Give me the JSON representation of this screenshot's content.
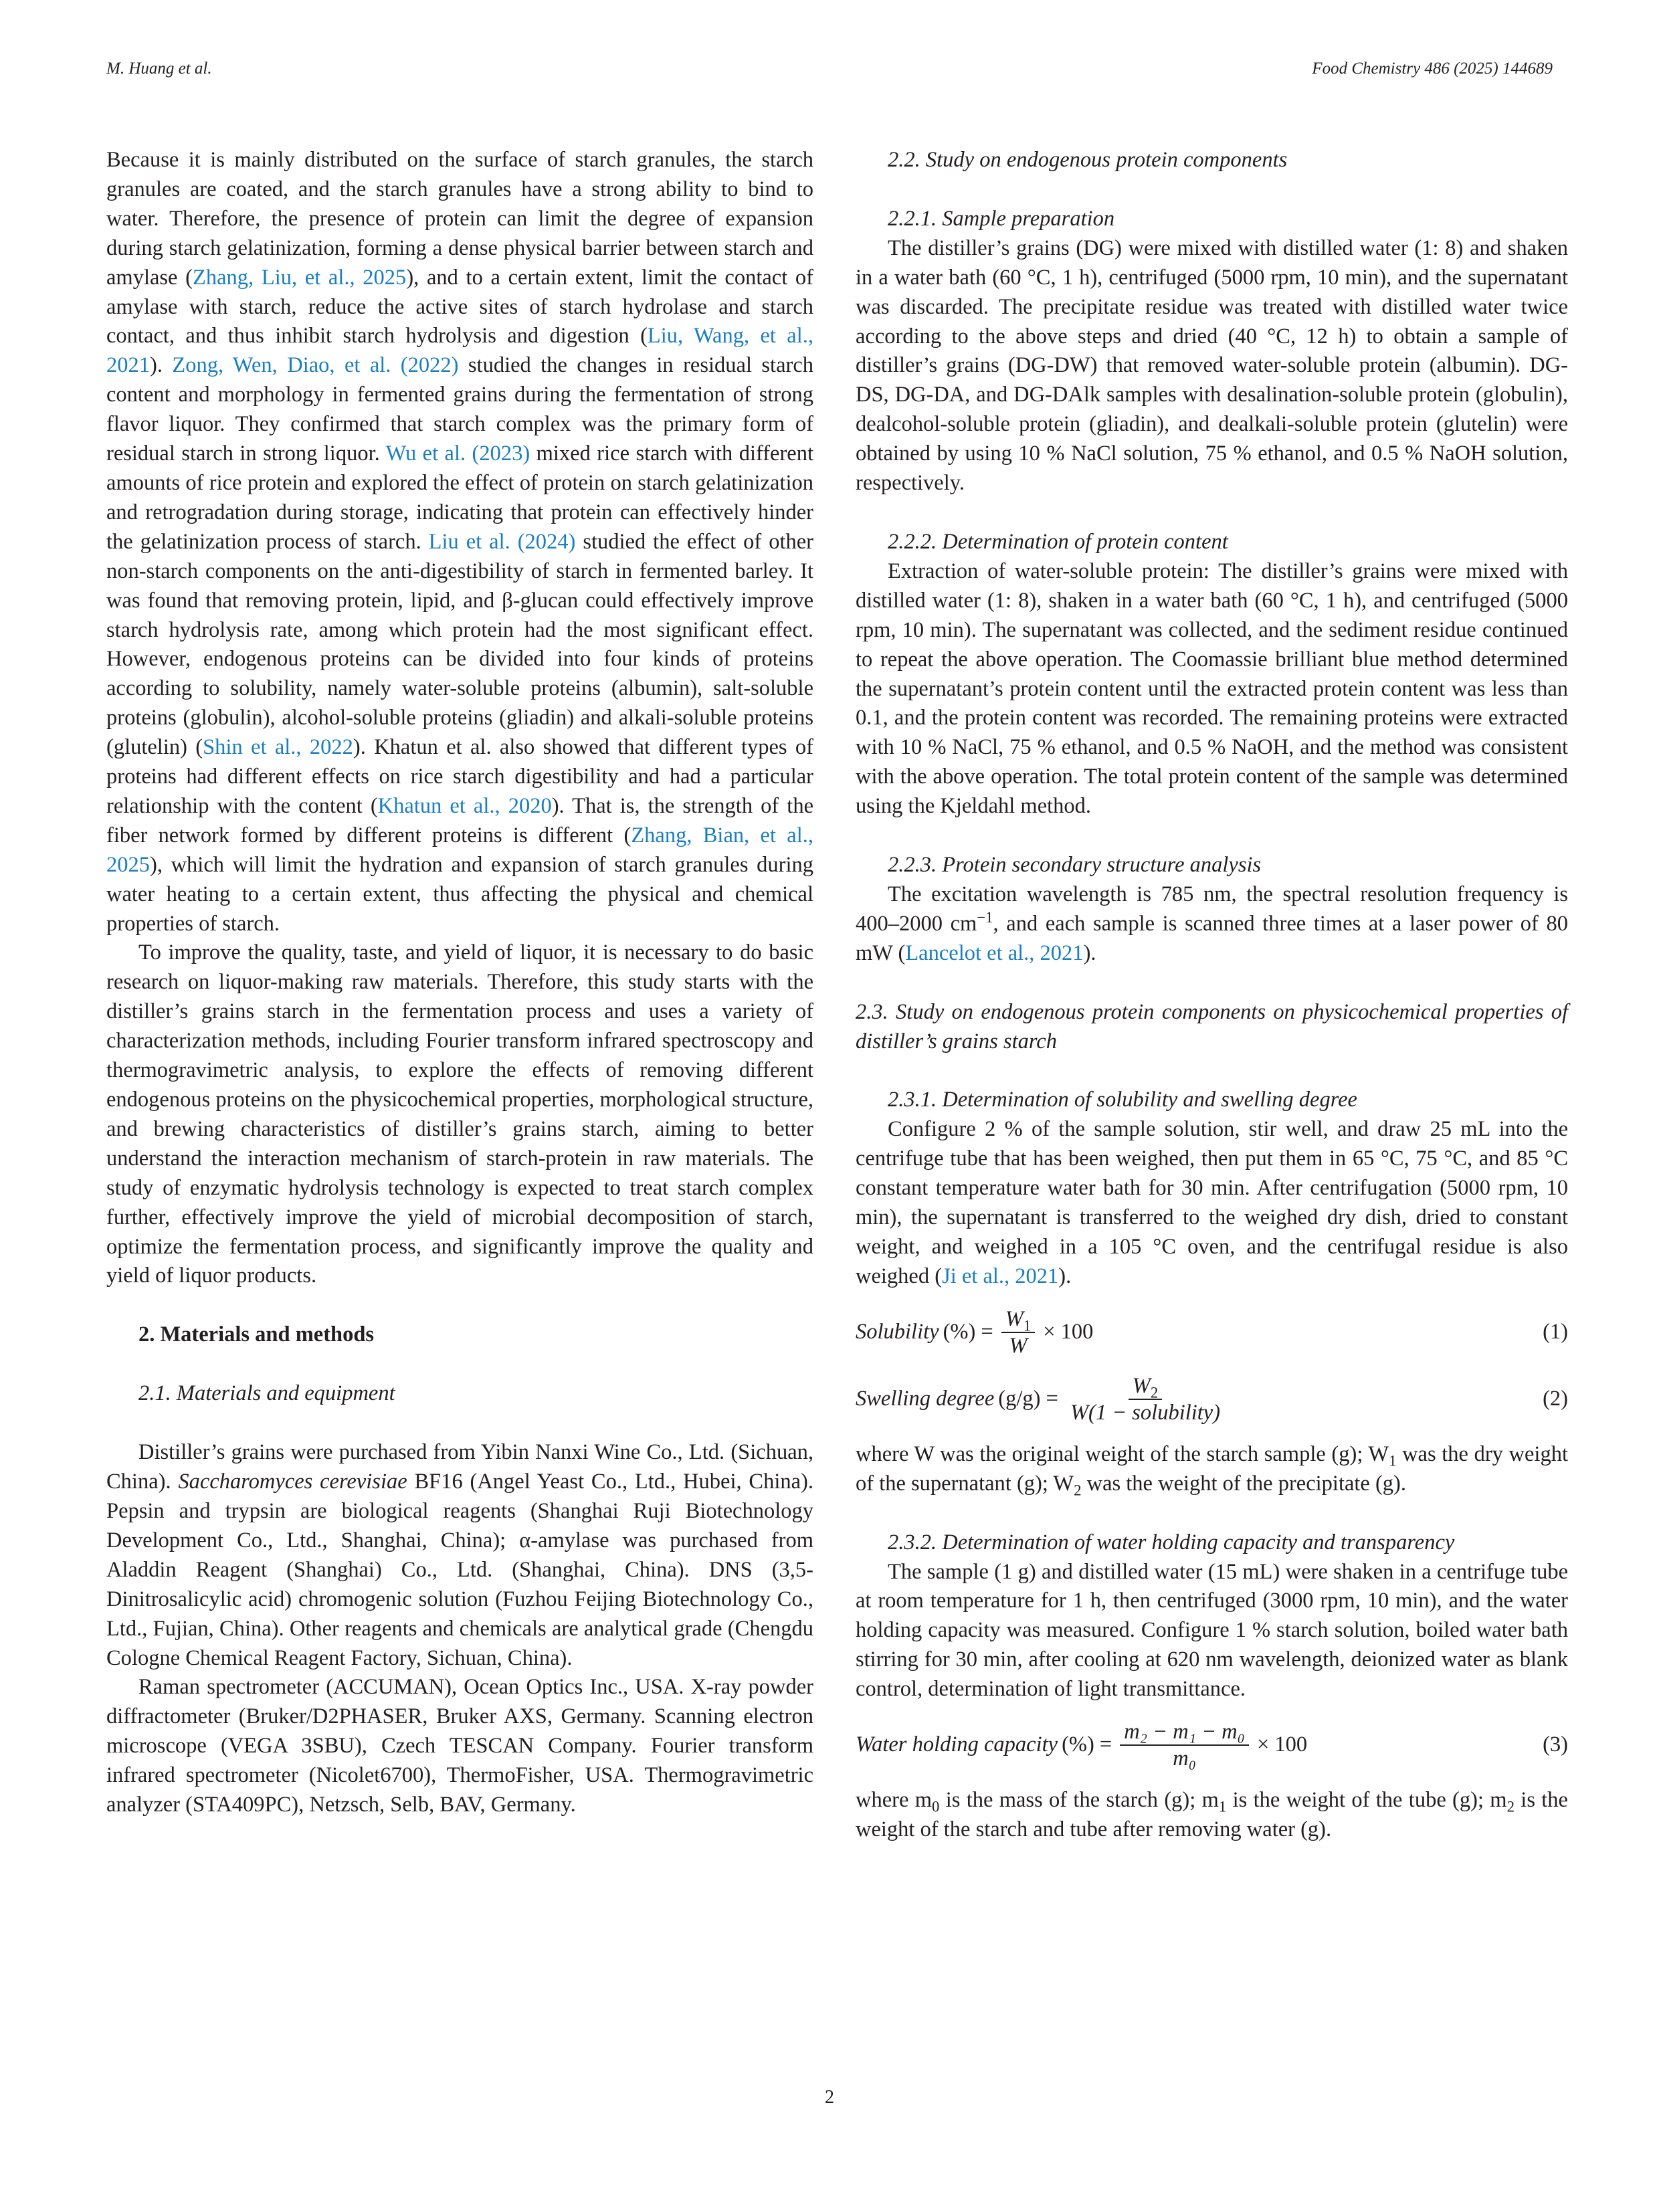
{
  "header": {
    "left": "M. Huang et al.",
    "right": "Food Chemistry 486 (2025) 144689"
  },
  "left_column": {
    "p1_a": "Because it is mainly distributed on the surface of starch granules, the starch granules are coated, and the starch granules have a strong ability to bind to water. Therefore, the presence of protein can limit the degree of expansion during starch gelatinization, forming a dense physical barrier between starch and amylase (",
    "p1_c1": "Zhang, Liu, et al., 2025",
    "p1_b": "), and to a certain extent, limit the contact of amylase with starch, reduce the active sites of starch hydrolase and starch contact, and thus inhibit starch hydrolysis and digestion (",
    "p1_c2": "Liu, Wang, et al., 2021",
    "p1_c": "). ",
    "p1_c3": "Zong, Wen, Diao, et al. (2022)",
    "p1_d": " studied the changes in residual starch content and morphology in fermented grains during the fermentation of strong flavor liquor. They confirmed that starch complex was the primary form of residual starch in strong liquor. ",
    "p1_c4": "Wu et al. (2023)",
    "p1_e": " mixed rice starch with different amounts of rice protein and explored the effect of protein on starch gelatinization and retrogradation during storage, indicating that protein can effectively hinder the gelatinization process of starch. ",
    "p1_c5": "Liu et al. (2024)",
    "p1_f": " studied the effect of other non-starch components on the anti-digestibility of starch in fermented barley. It was found that removing protein, lipid, and β-glucan could effectively improve starch hydrolysis rate, among which protein had the most significant effect. However, endogenous proteins can be divided into four kinds of proteins according to solubility, namely water-soluble proteins (albumin), salt-soluble proteins (globulin), alcohol-soluble proteins (gliadin) and alkali-soluble proteins (glutelin) (",
    "p1_c6": "Shin et al., 2022",
    "p1_g": "). Khatun et al. also showed that different types of proteins had different effects on rice starch digestibility and had a particular relationship with the content (",
    "p1_c7": "Khatun et al., 2020",
    "p1_h": "). That is, the strength of the fiber network formed by different proteins is different (",
    "p1_c8": "Zhang, Bian, et al., 2025",
    "p1_i": "), which will limit the hydration and expansion of starch granules during water heating to a certain extent, thus affecting the physical and chemical properties of starch.",
    "p2": "To improve the quality, taste, and yield of liquor, it is necessary to do basic research on liquor-making raw materials. Therefore, this study starts with the distiller’s grains starch in the fermentation process and uses a variety of characterization methods, including Fourier transform infrared spectroscopy and thermogravimetric analysis, to explore the effects of removing different endogenous proteins on the physicochemical properties, morphological structure, and brewing characteristics of distiller’s grains starch, aiming to better understand the interaction mechanism of starch-protein in raw materials. The study of enzymatic hydrolysis technology is expected to treat starch complex further, effectively improve the yield of microbial decomposition of starch, optimize the fermentation process, and significantly improve the quality and yield of liquor products.",
    "sec2_title": "2.  Materials and methods",
    "sec21_title": "2.1.  Materials and equipment",
    "p3_a": "Distiller’s grains were purchased from Yibin Nanxi Wine Co., Ltd. (Sichuan, China). ",
    "p3_species": "Saccharomyces cerevisiae",
    "p3_b": " BF16 (Angel Yeast Co., Ltd., Hubei, China). Pepsin and trypsin are biological reagents (Shanghai Ruji Biotechnology Development Co., Ltd., Shanghai, China); α-amylase was purchased from Aladdin Reagent (Shanghai) Co., Ltd. (Shanghai, China). DNS (3,5-Dinitrosalicylic acid) chromogenic solution (Fuzhou Feijing Biotechnology Co., Ltd., Fujian, China). Other reagents and chemicals are analytical grade (Chengdu Cologne Chemical Reagent Factory, Sichuan, China).",
    "p4": "Raman spectrometer (ACCUMAN), Ocean Optics Inc., USA. X-ray powder diffractometer (Bruker/D2PHASER, Bruker AXS, Germany. Scanning electron microscope (VEGA 3SBU), Czech TESCAN Company. Fourier transform infrared spectrometer (Nicolet6700), ThermoFisher, USA. Thermogravimetric analyzer (STA409PC), Netzsch, Selb, BAV, Germany."
  },
  "right_column": {
    "sec22_title": "2.2.  Study on endogenous protein components",
    "sec221_title": "2.2.1.  Sample preparation",
    "p221": "The distiller’s grains (DG) were mixed with distilled water (1: 8) and shaken in a water bath (60 °C, 1 h), centrifuged (5000 rpm, 10 min), and the supernatant was discarded. The precipitate residue was treated with distilled water twice according to the above steps and dried (40 °C, 12 h) to obtain a sample of distiller’s grains (DG-DW) that removed water-soluble protein (albumin). DG-DS, DG-DA, and DG-DAlk samples with desalination-soluble protein (globulin), dealcohol-soluble protein (gliadin), and dealkali-soluble protein (glutelin) were obtained by using 10 % NaCl solution, 75 % ethanol, and 0.5 % NaOH solution, respectively.",
    "sec222_title": "2.2.2.  Determination of protein content",
    "p222": "Extraction of water-soluble protein: The distiller’s grains were mixed with distilled water (1: 8), shaken in a water bath (60 °C, 1 h), and centrifuged (5000 rpm, 10 min). The supernatant was collected, and the sediment residue continued to repeat the above operation. The Coomassie brilliant blue method determined the supernatant’s protein content until the extracted protein content was less than 0.1, and the protein content was recorded. The remaining proteins were extracted with 10 % NaCl, 75 % ethanol, and 0.5 % NaOH, and the method was consistent with the above operation. The total protein content of the sample was determined using the Kjeldahl method.",
    "sec223_title": "2.2.3.  Protein secondary structure analysis",
    "p223_a": "The excitation wavelength is 785 nm, the spectral resolution frequency is 400–2000 cm",
    "p223_sup": "−1",
    "p223_b": ", and each sample is scanned three times at a laser power of 80 mW (",
    "p223_cite": "Lancelot et al., 2021",
    "p223_c": ").",
    "sec23_title": "2.3.  Study on endogenous protein components on physicochemical properties of distiller’s grains starch",
    "sec231_title": "2.3.1.  Determination of solubility and swelling degree",
    "p231_a": "Configure 2 % of the sample solution, stir well, and draw 25 mL into the centrifuge tube that has been weighed, then put them in 65 °C, 75 °C, and 85 °C constant temperature water bath for 30 min. After centrifugation (5000 rpm, 10 min), the supernatant is transferred to the weighed dry dish, dried to constant weight, and weighed in a 105 °C oven, and the centrifugal residue is also weighed (",
    "p231_cite": "Ji et al., 2021",
    "p231_b": ").",
    "eq1_lhs": "Solubility",
    "eq1_unit": "(%) =",
    "eq1_num": "W",
    "eq1_num_sub": "1",
    "eq1_den": "W",
    "eq1_tail": "× 100",
    "eq1_no": "(1)",
    "eq2_lhs": "Swelling degree",
    "eq2_unit": "(g/g) =",
    "eq2_num": "W",
    "eq2_num_sub": "2",
    "eq2_den": "W(1 − solubility)",
    "eq2_no": "(2)",
    "where1_a": "where W was the original weight of the starch sample (g); W",
    "where1_s1": "1",
    "where1_b": " was the dry weight of the supernatant (g); W",
    "where1_s2": "2",
    "where1_c": " was the weight of the precipitate (g).",
    "sec232_title": "2.3.2.  Determination of water holding capacity and transparency",
    "p232": "The sample (1 g) and distilled water (15 mL) were shaken in a centrifuge tube at room temperature for 1 h, then centrifuged (3000 rpm, 10 min), and the water holding capacity was measured. Configure 1 % starch solution, boiled water bath stirring for 30 min, after cooling at 620 nm wavelength, deionized water as blank control, determination of light transmittance.",
    "eq3_lhs": "Water holding capacity",
    "eq3_unit": "(%) =",
    "eq3_num": "m₂ − m₁ − m₀",
    "eq3_den": "m₀",
    "eq3_tail": "× 100",
    "eq3_no": "(3)",
    "where2_a": "where m",
    "where2_s0": "0",
    "where2_b": " is the mass of the starch (g); m",
    "where2_s1": "1",
    "where2_c": " is the weight of the tube (g); m",
    "where2_s2": "2",
    "where2_d": " is the weight of the starch and tube after removing water (g)."
  },
  "footer": {
    "page_number": "2"
  }
}
